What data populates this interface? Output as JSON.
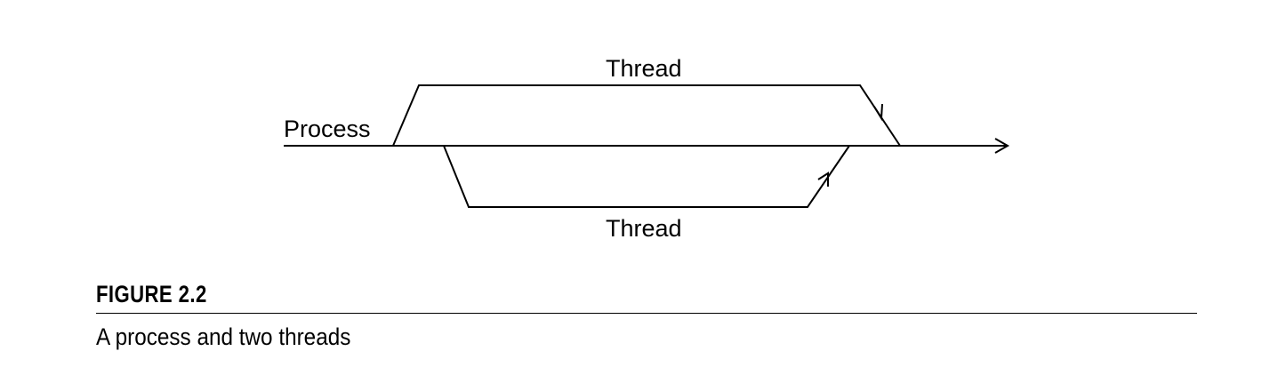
{
  "diagram": {
    "process_label": "Process",
    "top_thread_label": "Thread",
    "bottom_thread_label": "Thread"
  },
  "figure": {
    "label": "FIGURE 2.2",
    "caption": "A process and two threads"
  }
}
